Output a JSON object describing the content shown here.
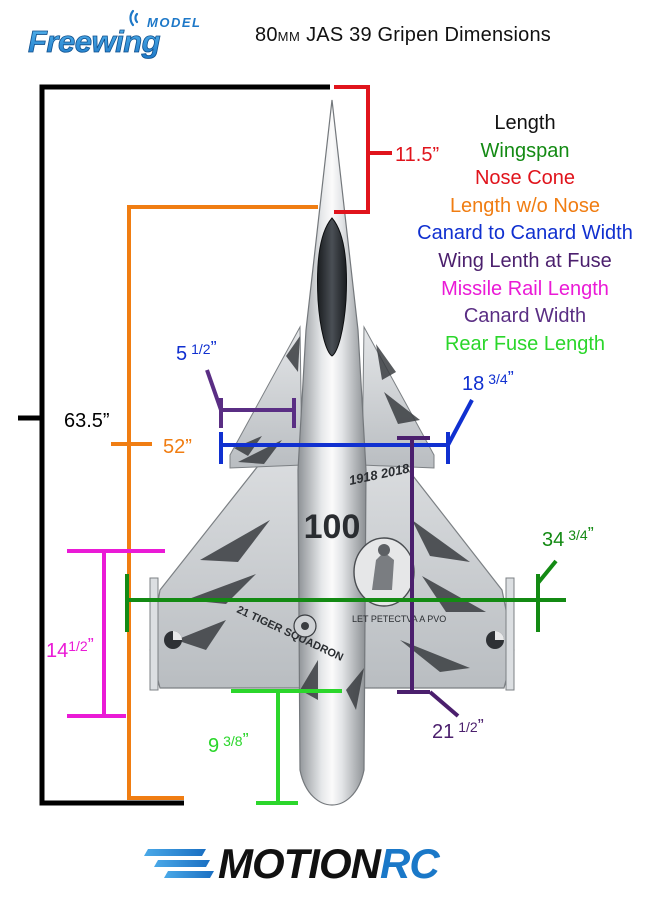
{
  "header": {
    "brand_logo": {
      "top_word": "MODEL",
      "main_word": "Freewing",
      "icon": "freewing-logo"
    },
    "title_prefix": "80",
    "title_unit": "MM",
    "title_rest": " JAS 39 Gripen Dimensions"
  },
  "legend": {
    "items": [
      {
        "label": "Length",
        "color": "#111111"
      },
      {
        "label": "Wingspan",
        "color": "#138a13"
      },
      {
        "label": "Nose Cone",
        "color": "#e0141c"
      },
      {
        "label": "Length w/o Nose",
        "color": "#f07d12"
      },
      {
        "label": "Canard to Canard Width",
        "color": "#1030d0"
      },
      {
        "label": "Wing Lenth at Fuse",
        "color": "#4b1f6d"
      },
      {
        "label": "Missile Rail Length",
        "color": "#ea1ad6"
      },
      {
        "label": "Canard Width",
        "color": "#5a2e84"
      },
      {
        "label": "Rear Fuse Length",
        "color": "#2bd62b"
      }
    ]
  },
  "dimensions": {
    "length": {
      "value": "63.5”",
      "color": "#000000"
    },
    "nose_cone": {
      "value": "11.5”",
      "color": "#e0141c"
    },
    "length_without_nose": {
      "value": "52”",
      "color": "#f07d12"
    },
    "canard_width": {
      "whole": "5",
      "fraction": "1/2",
      "mark": "”",
      "color": "#5a2e84"
    },
    "canard_to_canard": {
      "whole": "18",
      "fraction": "3/4",
      "mark": "”",
      "color": "#1030d0"
    },
    "wingspan": {
      "whole": "34",
      "fraction": "3/4",
      "mark": "”",
      "color": "#138a13"
    },
    "missile_rail": {
      "whole": "14",
      "fraction": "1/2",
      "mark": "”",
      "color": "#ea1ad6"
    },
    "wing_length_at_fuse": {
      "whole": "21",
      "fraction": "1/2",
      "mark": "”",
      "color": "#4b1f6d"
    },
    "rear_fuse": {
      "whole": "9",
      "fraction": "3/8",
      "mark": "”",
      "color": "#2bd62b"
    }
  },
  "aircraft_markings": {
    "nose_number": "100",
    "tail_text": "1918 2018",
    "squadron_text": "21 TIGER SQUADRON",
    "unit_text": "LET PETECTVA A PVO"
  },
  "footer": {
    "brand_logo": {
      "main_word": "MOTION",
      "suffix": "RC",
      "icon": "motionrc-logo"
    }
  }
}
